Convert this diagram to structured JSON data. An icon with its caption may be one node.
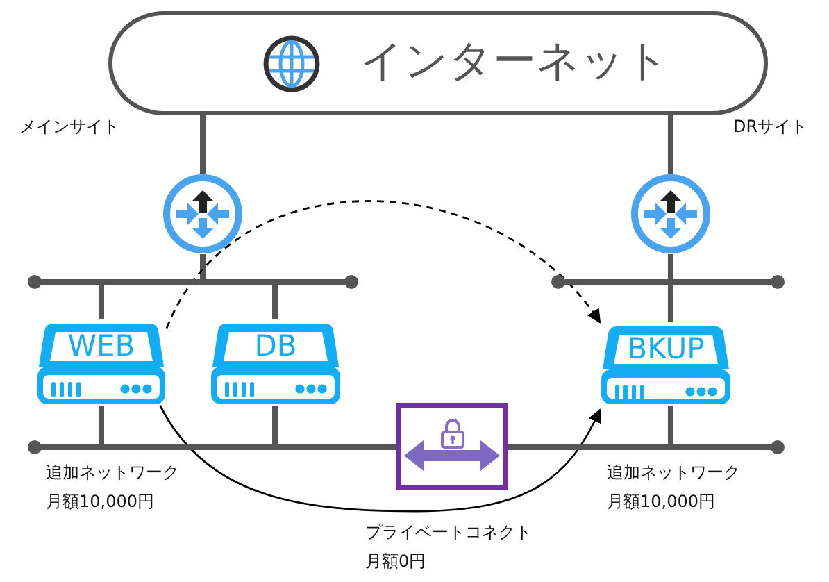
{
  "diagram": {
    "nodes": [
      {
        "text": [
          "インターネット"
        ]
      },
      {
        "text": [],
        "shape": "circle"
      },
      {
        "text": [],
        "shape": "circle"
      },
      {
        "text": [],
        "shape": "bar"
      },
      {
        "text": [
          "WEB"
        ]
      },
      {
        "text": [
          "DB"
        ]
      },
      {
        "text": [],
        "shape": "bar"
      },
      {
        "text": [],
        "shape": "box"
      },
      {
        "text": [],
        "shape": "bar"
      },
      {
        "text": [
          "BKUP"
        ]
      },
      {
        "text": [],
        "shape": "bar"
      }
    ],
    "edges": [
      {
        "from": 0,
        "to": 1,
        "arrow": "none"
      },
      {
        "from": 0,
        "to": 2,
        "arrow": "none"
      },
      {
        "from": 1,
        "to": 3,
        "arrow": "none"
      },
      {
        "from": 3,
        "to": 4,
        "arrow": "none"
      },
      {
        "from": 3,
        "to": 5,
        "arrow": "none"
      },
      {
        "from": 4,
        "to": 6,
        "arrow": "none"
      },
      {
        "from": 5,
        "to": 6,
        "arrow": "none"
      },
      {
        "from": 6,
        "to": 7,
        "arrow": "none"
      },
      {
        "from": 7,
        "to": 10,
        "arrow": "none"
      },
      {
        "from": 2,
        "to": 8,
        "arrow": "none"
      },
      {
        "from": 8,
        "to": 9,
        "arrow": "none"
      },
      {
        "from": 9,
        "to": 10,
        "arrow": "none"
      },
      {
        "from": 4,
        "to": 9,
        "arrow": "to",
        "style": "dashed",
        "color": "#000000"
      },
      {
        "from": 4,
        "to": 9,
        "arrow": "to",
        "color": "#000000"
      }
    ],
    "labels": [
      "メインサイト",
      "DRサイト",
      "追加ネットワーク",
      "月額10,000円",
      "追加ネットワーク",
      "月額10,000円",
      "プライベートコネクト",
      "月額0円"
    ]
  }
}
